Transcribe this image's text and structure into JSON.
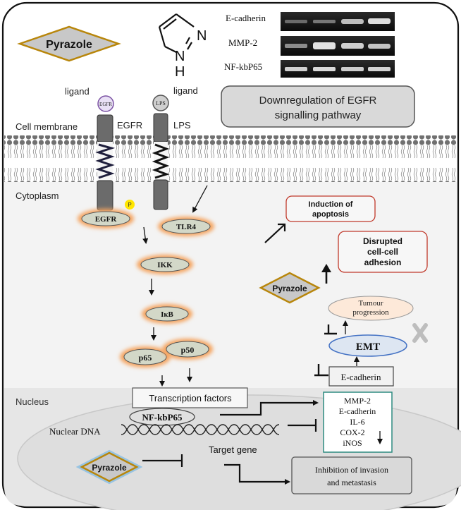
{
  "header": {
    "pyrazole_label": "Pyrazole",
    "molecule_n": "N",
    "molecule_nh_n": "N",
    "molecule_nh_h": "H",
    "blots": [
      {
        "label": "E-cadherin"
      },
      {
        "label": "MMP-2"
      },
      {
        "label": "NF-kbP65"
      }
    ]
  },
  "membrane": {
    "ligand_left": "ligand",
    "ligand_right": "ligand",
    "egfr_ball": "EGFR",
    "lps_ball": "LPS",
    "cell_membrane": "Cell membrane",
    "egfr_receptor": "EGFR",
    "lps_receptor": "LPS",
    "cytoplasm": "Cytoplasm",
    "phospho": "P"
  },
  "callout": {
    "line1": "Downregulation of EGFR",
    "line2": "signalling pathway"
  },
  "pathway": {
    "egfr": "EGFR",
    "tlr4": "TLR4",
    "ikk": "IKK",
    "ikb": "IκB",
    "p65": "p65",
    "p50": "p50"
  },
  "outcomes": {
    "apoptosis_1": "Induction of",
    "apoptosis_2": "apoptosis",
    "adhesion_1": "Disrupted",
    "adhesion_2": "cell-cell",
    "adhesion_3": "adhesion",
    "pyrazole_mid": "Pyrazole",
    "tumour_1": "Tumour",
    "tumour_2": "progression",
    "emt": "EMT",
    "ecadherin": "E-cadherin"
  },
  "nucleus": {
    "label": "Nucleus",
    "transcription": "Transcription factors",
    "nfkb": "NF-kbP65",
    "dna": "Nuclear DNA",
    "target_gene": "Target gene",
    "pyrazole_bottom": "Pyrazole",
    "genes": [
      "MMP-2",
      "E-cadherin",
      "IL-6",
      "COX-2",
      "iNOS"
    ],
    "inhibition_1": "Inhibition of invasion",
    "inhibition_2": "and metastasis"
  },
  "colors": {
    "diamond_fill": "#c8c8c8",
    "diamond_border": "#b8860b",
    "glow": "#f4a460",
    "node_fill": "#d3d8c8",
    "outcome_border": "#c0392b",
    "emt_fill": "#dde6f2",
    "emt_border": "#4472c4",
    "gene_border": "#2e8b80"
  }
}
